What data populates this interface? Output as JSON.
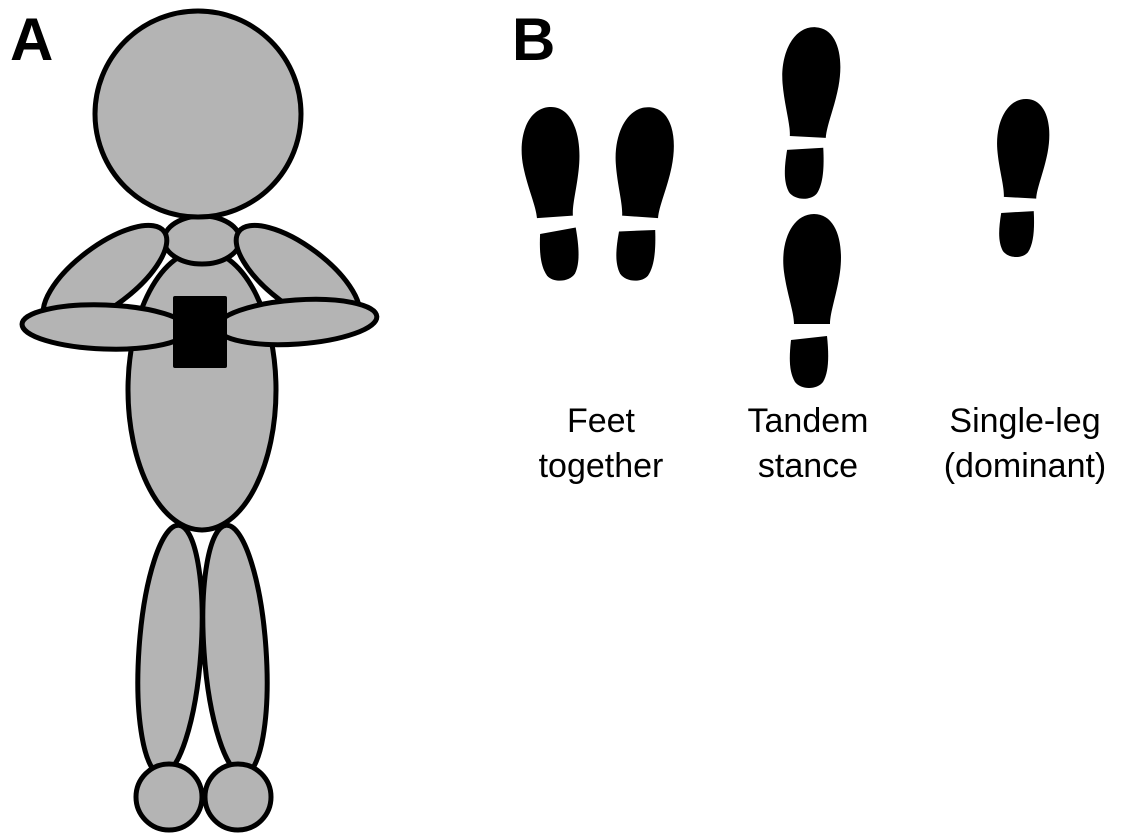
{
  "colors": {
    "figure_fill": "#b4b4b4",
    "outline": "#000000",
    "device": "#000000",
    "footprint": "#000000",
    "background": "#ffffff"
  },
  "panel_a": {
    "label": "A"
  },
  "panel_b": {
    "label": "B",
    "stances": [
      {
        "line1": "Feet",
        "line2": "together",
        "footprints": 2,
        "arrangement": "side-by-side"
      },
      {
        "line1": "Tandem",
        "line2": "stance",
        "footprints": 2,
        "arrangement": "heel-to-toe"
      },
      {
        "line1": "Single-leg",
        "line2": "(dominant)",
        "footprints": 1,
        "arrangement": "single"
      }
    ]
  }
}
